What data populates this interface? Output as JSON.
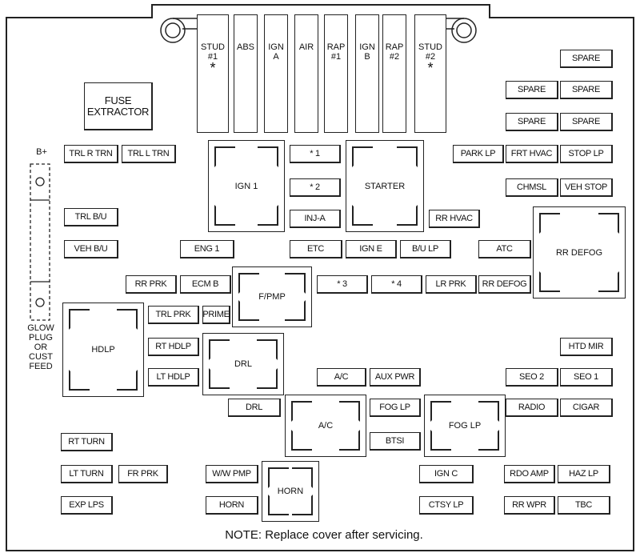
{
  "top_fuses": [
    {
      "label": "STUD\n#1",
      "mark": "*"
    },
    {
      "label": "ABS"
    },
    {
      "label": "IGN\nA"
    },
    {
      "label": "AIR"
    },
    {
      "label": "RAP\n#1"
    },
    {
      "label": "IGN\nB"
    },
    {
      "label": "RAP\n#2"
    },
    {
      "label": "STUD\n#2",
      "mark": "*"
    }
  ],
  "fuse_extractor": "FUSE\nEXTRACTOR",
  "b_plus": "B+",
  "glow_plug": "GLOW\nPLUG\nOR\nCUST\nFEED",
  "fuses": [
    "TRL R TRN",
    "TRL L TRN",
    "TRL B/U",
    "VEH B/U",
    "RT TURN",
    "LT TURN",
    "FR PRK",
    "EXP LPS",
    "* 1",
    "* 2",
    "INJ-A",
    "ENG 1",
    "ETC",
    "IGN E",
    "B/U LP",
    "ATC",
    "RR PRK",
    "ECM B",
    "* 3",
    "* 4",
    "LR PRK",
    "RR DEFOG",
    "TRL PRK",
    "PRIME",
    "RT HDLP",
    "LT HDLP",
    "A/C",
    "AUX PWR",
    "DRL",
    "FOG LP",
    "BTSI",
    "W/W PMP",
    "HORN",
    "IGN C",
    "CTSY LP",
    "SPARE",
    "SPARE",
    "SPARE",
    "SPARE",
    "SPARE",
    "PARK LP",
    "FRT HVAC",
    "STOP LP",
    "CHMSL",
    "VEH STOP",
    "RR HVAC",
    "HTD MIR",
    "SEO 2",
    "SEO 1",
    "RADIO",
    "CIGAR",
    "RDO AMP",
    "HAZ LP",
    "RR WPR",
    "TBC"
  ],
  "relays": [
    "IGN 1",
    "STARTER",
    "RR DEFOG",
    "F/PMP",
    "HDLP",
    "DRL",
    "A/C",
    "FOG LP",
    "HORN"
  ],
  "note": "NOTE: Replace cover after servicing."
}
